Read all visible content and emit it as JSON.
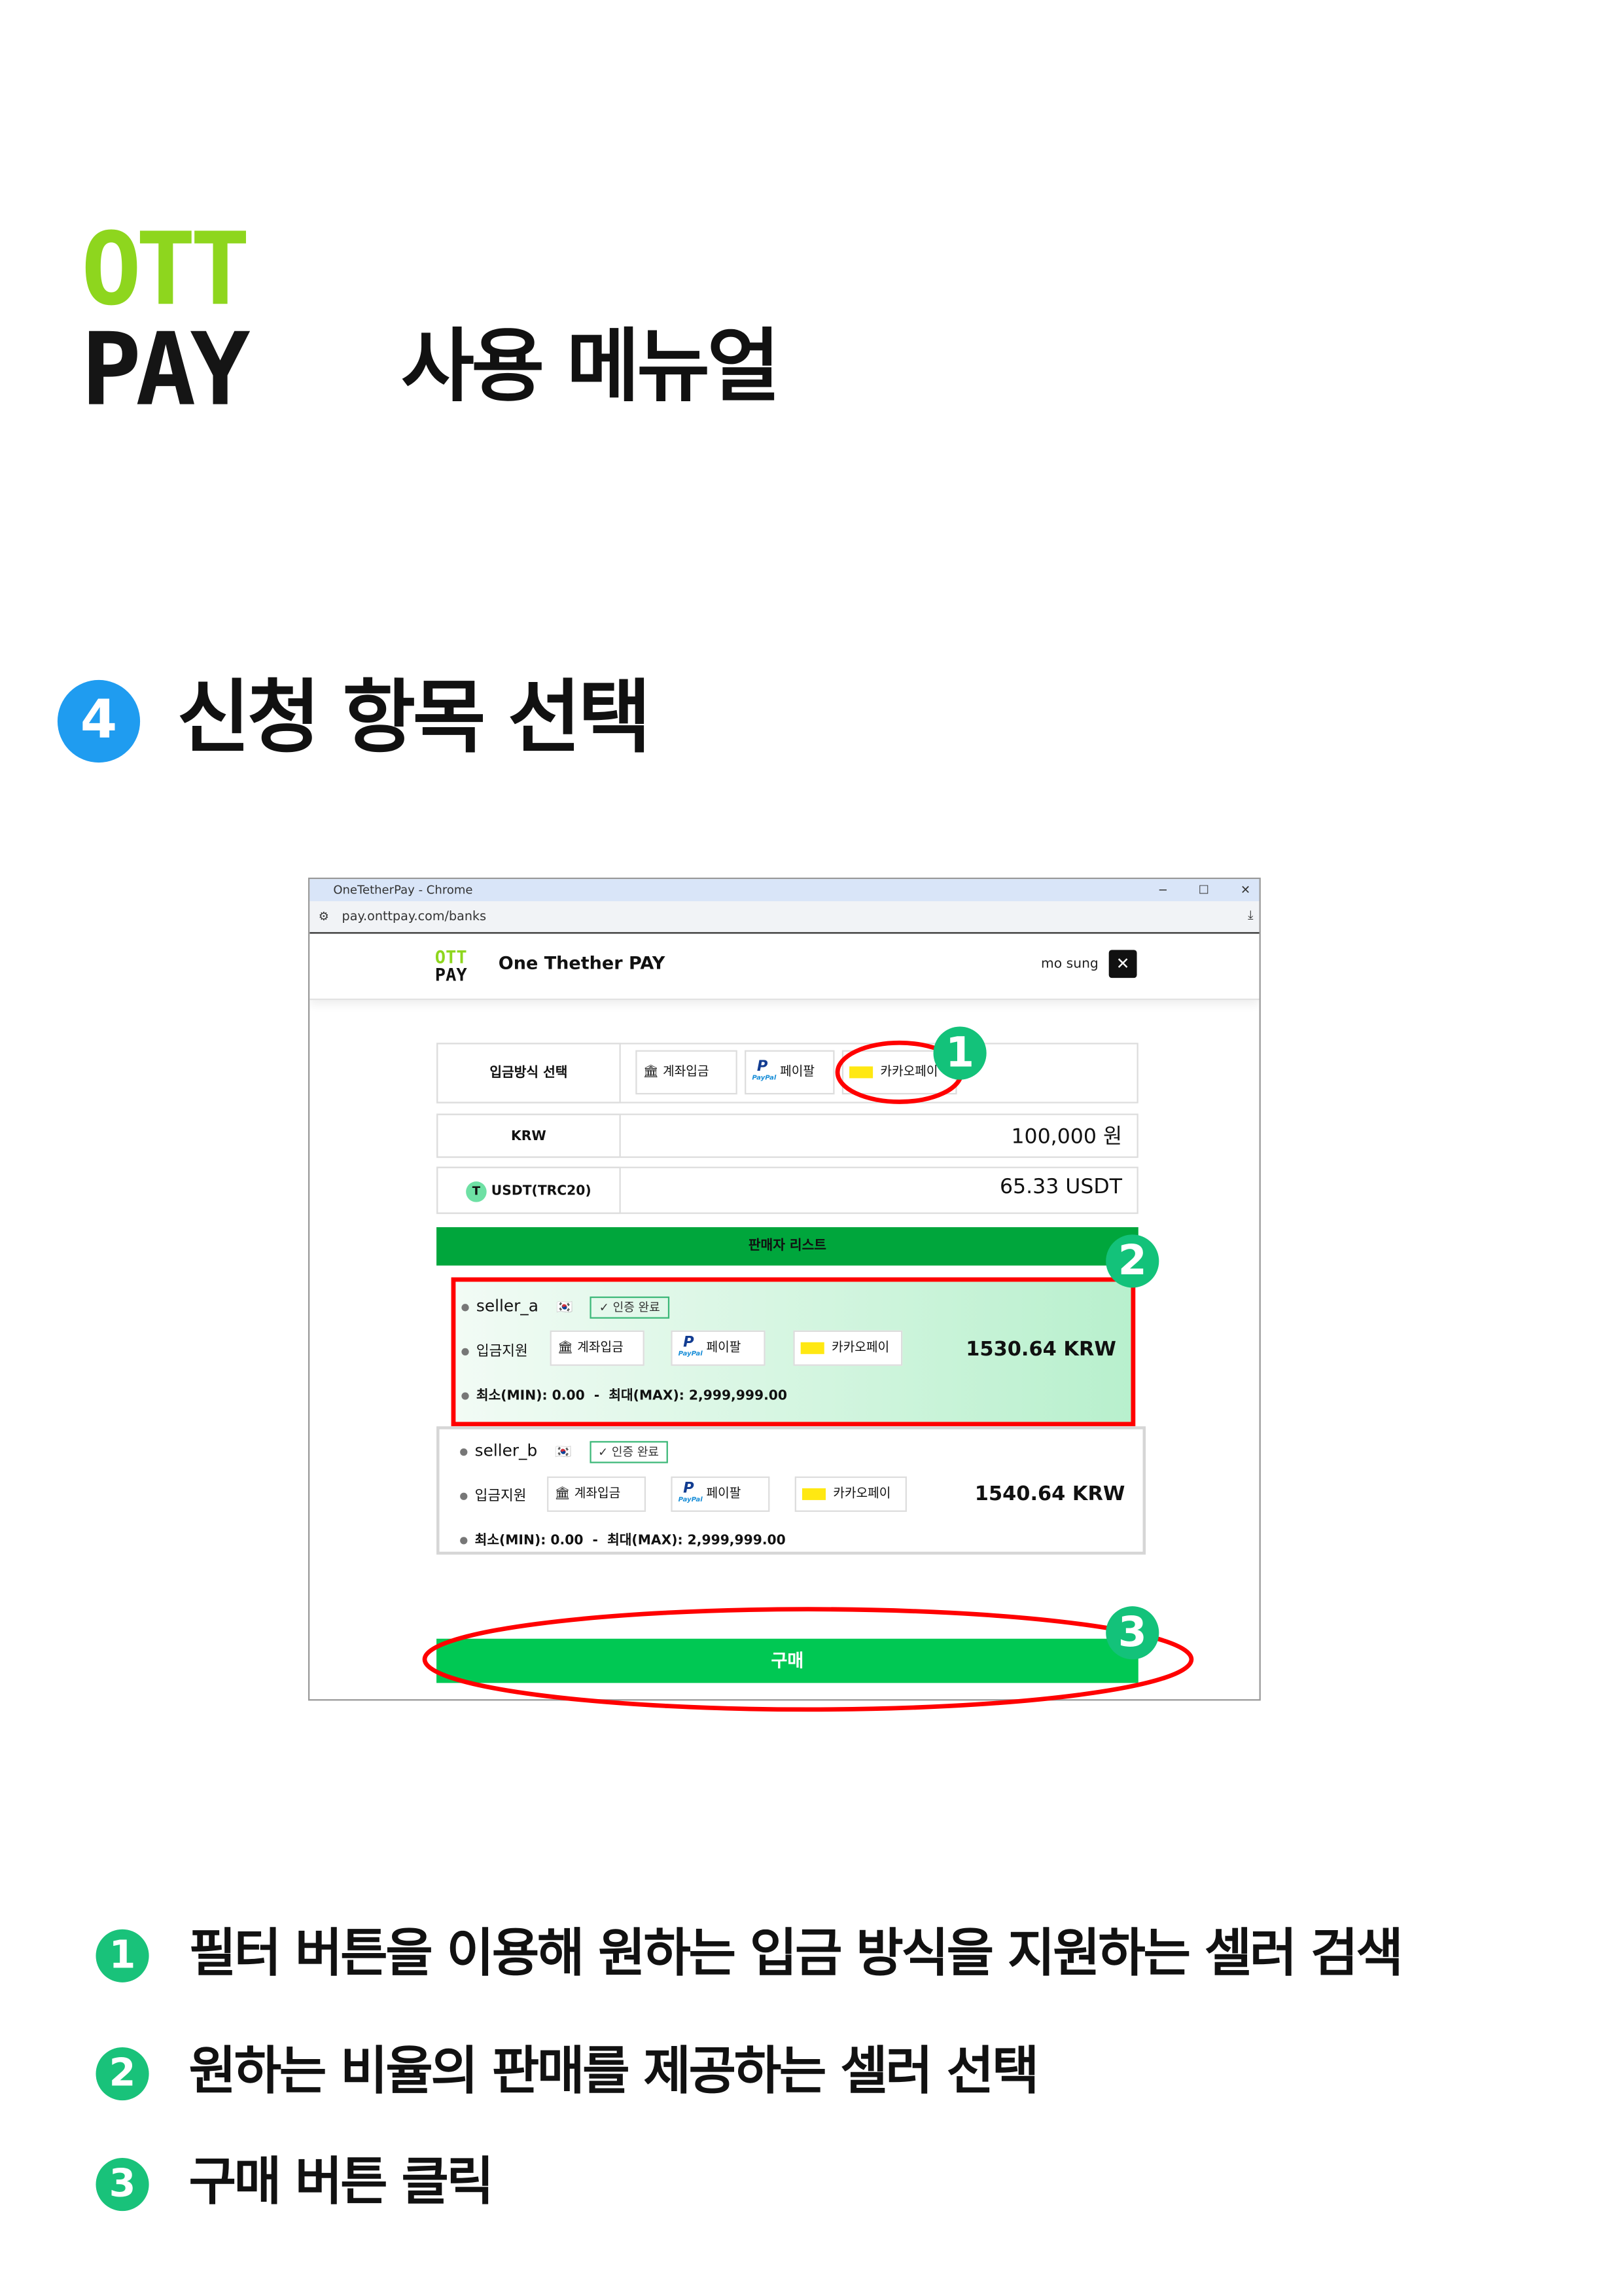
{
  "doc": {
    "logo_top": "OTT",
    "logo_bottom": "PAY",
    "title": "사용 메뉴얼",
    "step_number": "4",
    "section_title": "신청 항목 선택",
    "accent_color": "#1f9cf0",
    "marker_color": "#13c27a"
  },
  "browser": {
    "window_title": "OneTetherPay - Chrome",
    "url": "pay.onttpay.com/banks",
    "minimize": "−",
    "maximize": "☐",
    "close": "✕"
  },
  "app": {
    "logo_top": "OTT",
    "logo_bottom": "PAY",
    "brand": "One Thether PAY",
    "user": "mo sung",
    "logout": "✕",
    "deposit_method_label": "입금방식 선택",
    "methods": [
      "계좌입금",
      "페이팔",
      "카카오페이"
    ],
    "krw_label": "KRW",
    "krw_value": "100,000 원",
    "usdt_icon": "T",
    "usdt_label": "USDT(TRC20)",
    "usdt_value": "65.33 USDT",
    "seller_list_title": "판매자 리스트",
    "sellers": [
      {
        "name": "seller_a",
        "verified": "인증 완료",
        "support_label": "입금지원",
        "methods": [
          "계좌입금",
          "페이팔",
          "카카오페이"
        ],
        "rate": "1530.64 KRW",
        "limits": "최소(MIN): 0.00  -  최대(MAX): 2,999,999.00",
        "selected": true
      },
      {
        "name": "seller_b",
        "verified": "인증 완료",
        "support_label": "입금지원",
        "methods": [
          "계좌입금",
          "페이팔",
          "카카오페이"
        ],
        "rate": "1540.64 KRW",
        "limits": "최소(MIN): 0.00  -  최대(MAX): 2,999,999.00",
        "selected": false
      }
    ],
    "buy_button": "구매",
    "paypal_text": "PayPal"
  },
  "markers": [
    "1",
    "2",
    "3"
  ],
  "instructions": [
    {
      "num": "1",
      "text": "필터 버튼을 이용해 원하는 입금 방식을 지원하는 셀러 검색"
    },
    {
      "num": "2",
      "text": "원하는 비율의 판매를 제공하는 셀러 선택"
    },
    {
      "num": "3",
      "text": "구매 버튼 클릭"
    }
  ]
}
